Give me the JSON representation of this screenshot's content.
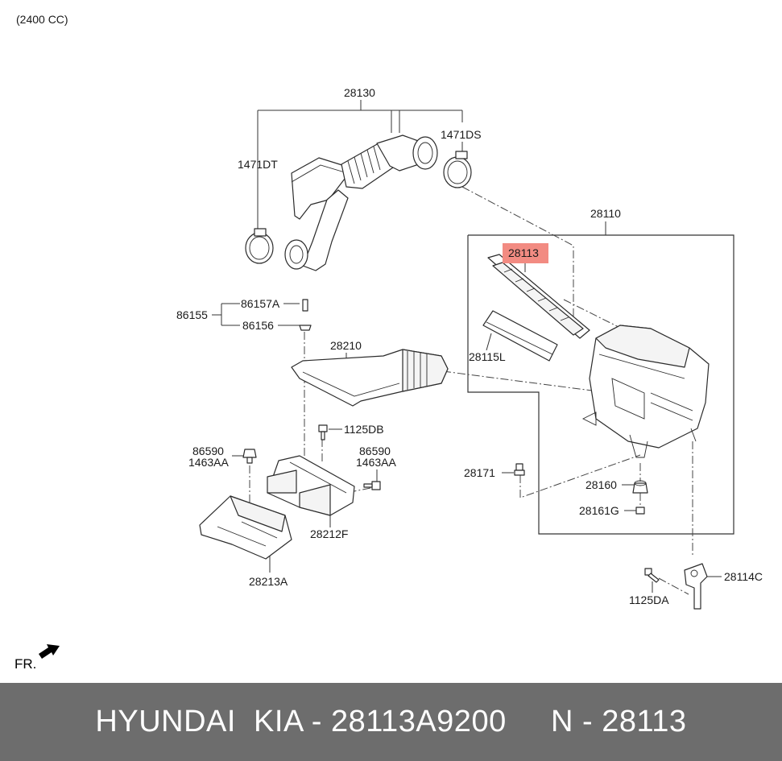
{
  "engine_note": "(2400 CC)",
  "direction_label": "FR.",
  "labels": {
    "p28130": "28130",
    "p1471DS": "1471DS",
    "p1471DT": "1471DT",
    "p28110": "28110",
    "p28113": "28113",
    "p28115L": "28115L",
    "p86155": "86155",
    "p86157A": "86157A",
    "p86156": "86156",
    "p28210": "28210",
    "p1125DB": "1125DB",
    "p86590_left": "86590",
    "p1463AA_left": "1463AA",
    "p86590_right": "86590",
    "p1463AA_right": "1463AA",
    "p28212F": "28212F",
    "p28213A": "28213A",
    "p28171": "28171",
    "p28160": "28160",
    "p28161G": "28161G",
    "p28114C": "28114C",
    "p1125DA": "1125DA"
  },
  "highlight_color": "#f28b82",
  "footer": {
    "text": "HYUNDAI  KIA - 28113A9200     N - 28113",
    "background": "#6d6d6d"
  }
}
